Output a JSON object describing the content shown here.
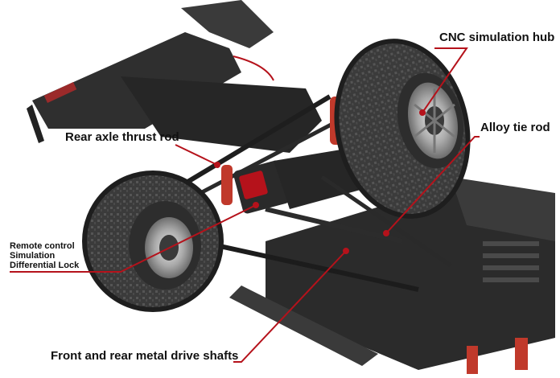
{
  "callouts": {
    "cnc_hub": "CNC simulation hub",
    "alloy_tie_rod": "Alloy tie rod",
    "rear_axle_thrust_rod": "Rear axle thrust rod",
    "diff_lock_line1": "Remote control",
    "diff_lock_line2": "Simulation",
    "diff_lock_line3": "Differential Lock",
    "drive_shafts": "Front and rear metal drive shafts"
  },
  "colors": {
    "leader_line": "#b5121b",
    "chassis": "#2b2b2b",
    "tire": "#3a3a3a",
    "accent_red": "#c0392b",
    "background": "#ffffff"
  }
}
